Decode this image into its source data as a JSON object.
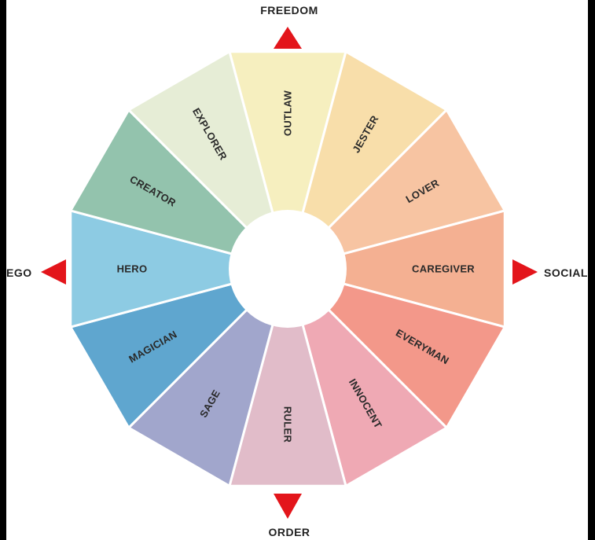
{
  "wheel": {
    "segments": [
      {
        "label": "OUTLAW",
        "color": "#f6efbf"
      },
      {
        "label": "JESTER",
        "color": "#f8deaa"
      },
      {
        "label": "LOVER",
        "color": "#f7c4a2"
      },
      {
        "label": "CAREGIVER",
        "color": "#f4b092"
      },
      {
        "label": "EVERYMAN",
        "color": "#f3988a"
      },
      {
        "label": "INNOCENT",
        "color": "#efa9b4"
      },
      {
        "label": "RULER",
        "color": "#e1bcc9"
      },
      {
        "label": "SAGE",
        "color": "#a1a6cc"
      },
      {
        "label": "MAGICIAN",
        "color": "#5fa6cf"
      },
      {
        "label": "HERO",
        "color": "#8dcbe3"
      },
      {
        "label": "CREATOR",
        "color": "#93c3ad"
      },
      {
        "label": "EXPLORER",
        "color": "#e6edd6"
      }
    ]
  },
  "axes": {
    "top": "FREEDOM",
    "right": "SOCIAL",
    "bottom": "ORDER",
    "left": "EGO"
  },
  "arrow_color": "#e3151b"
}
